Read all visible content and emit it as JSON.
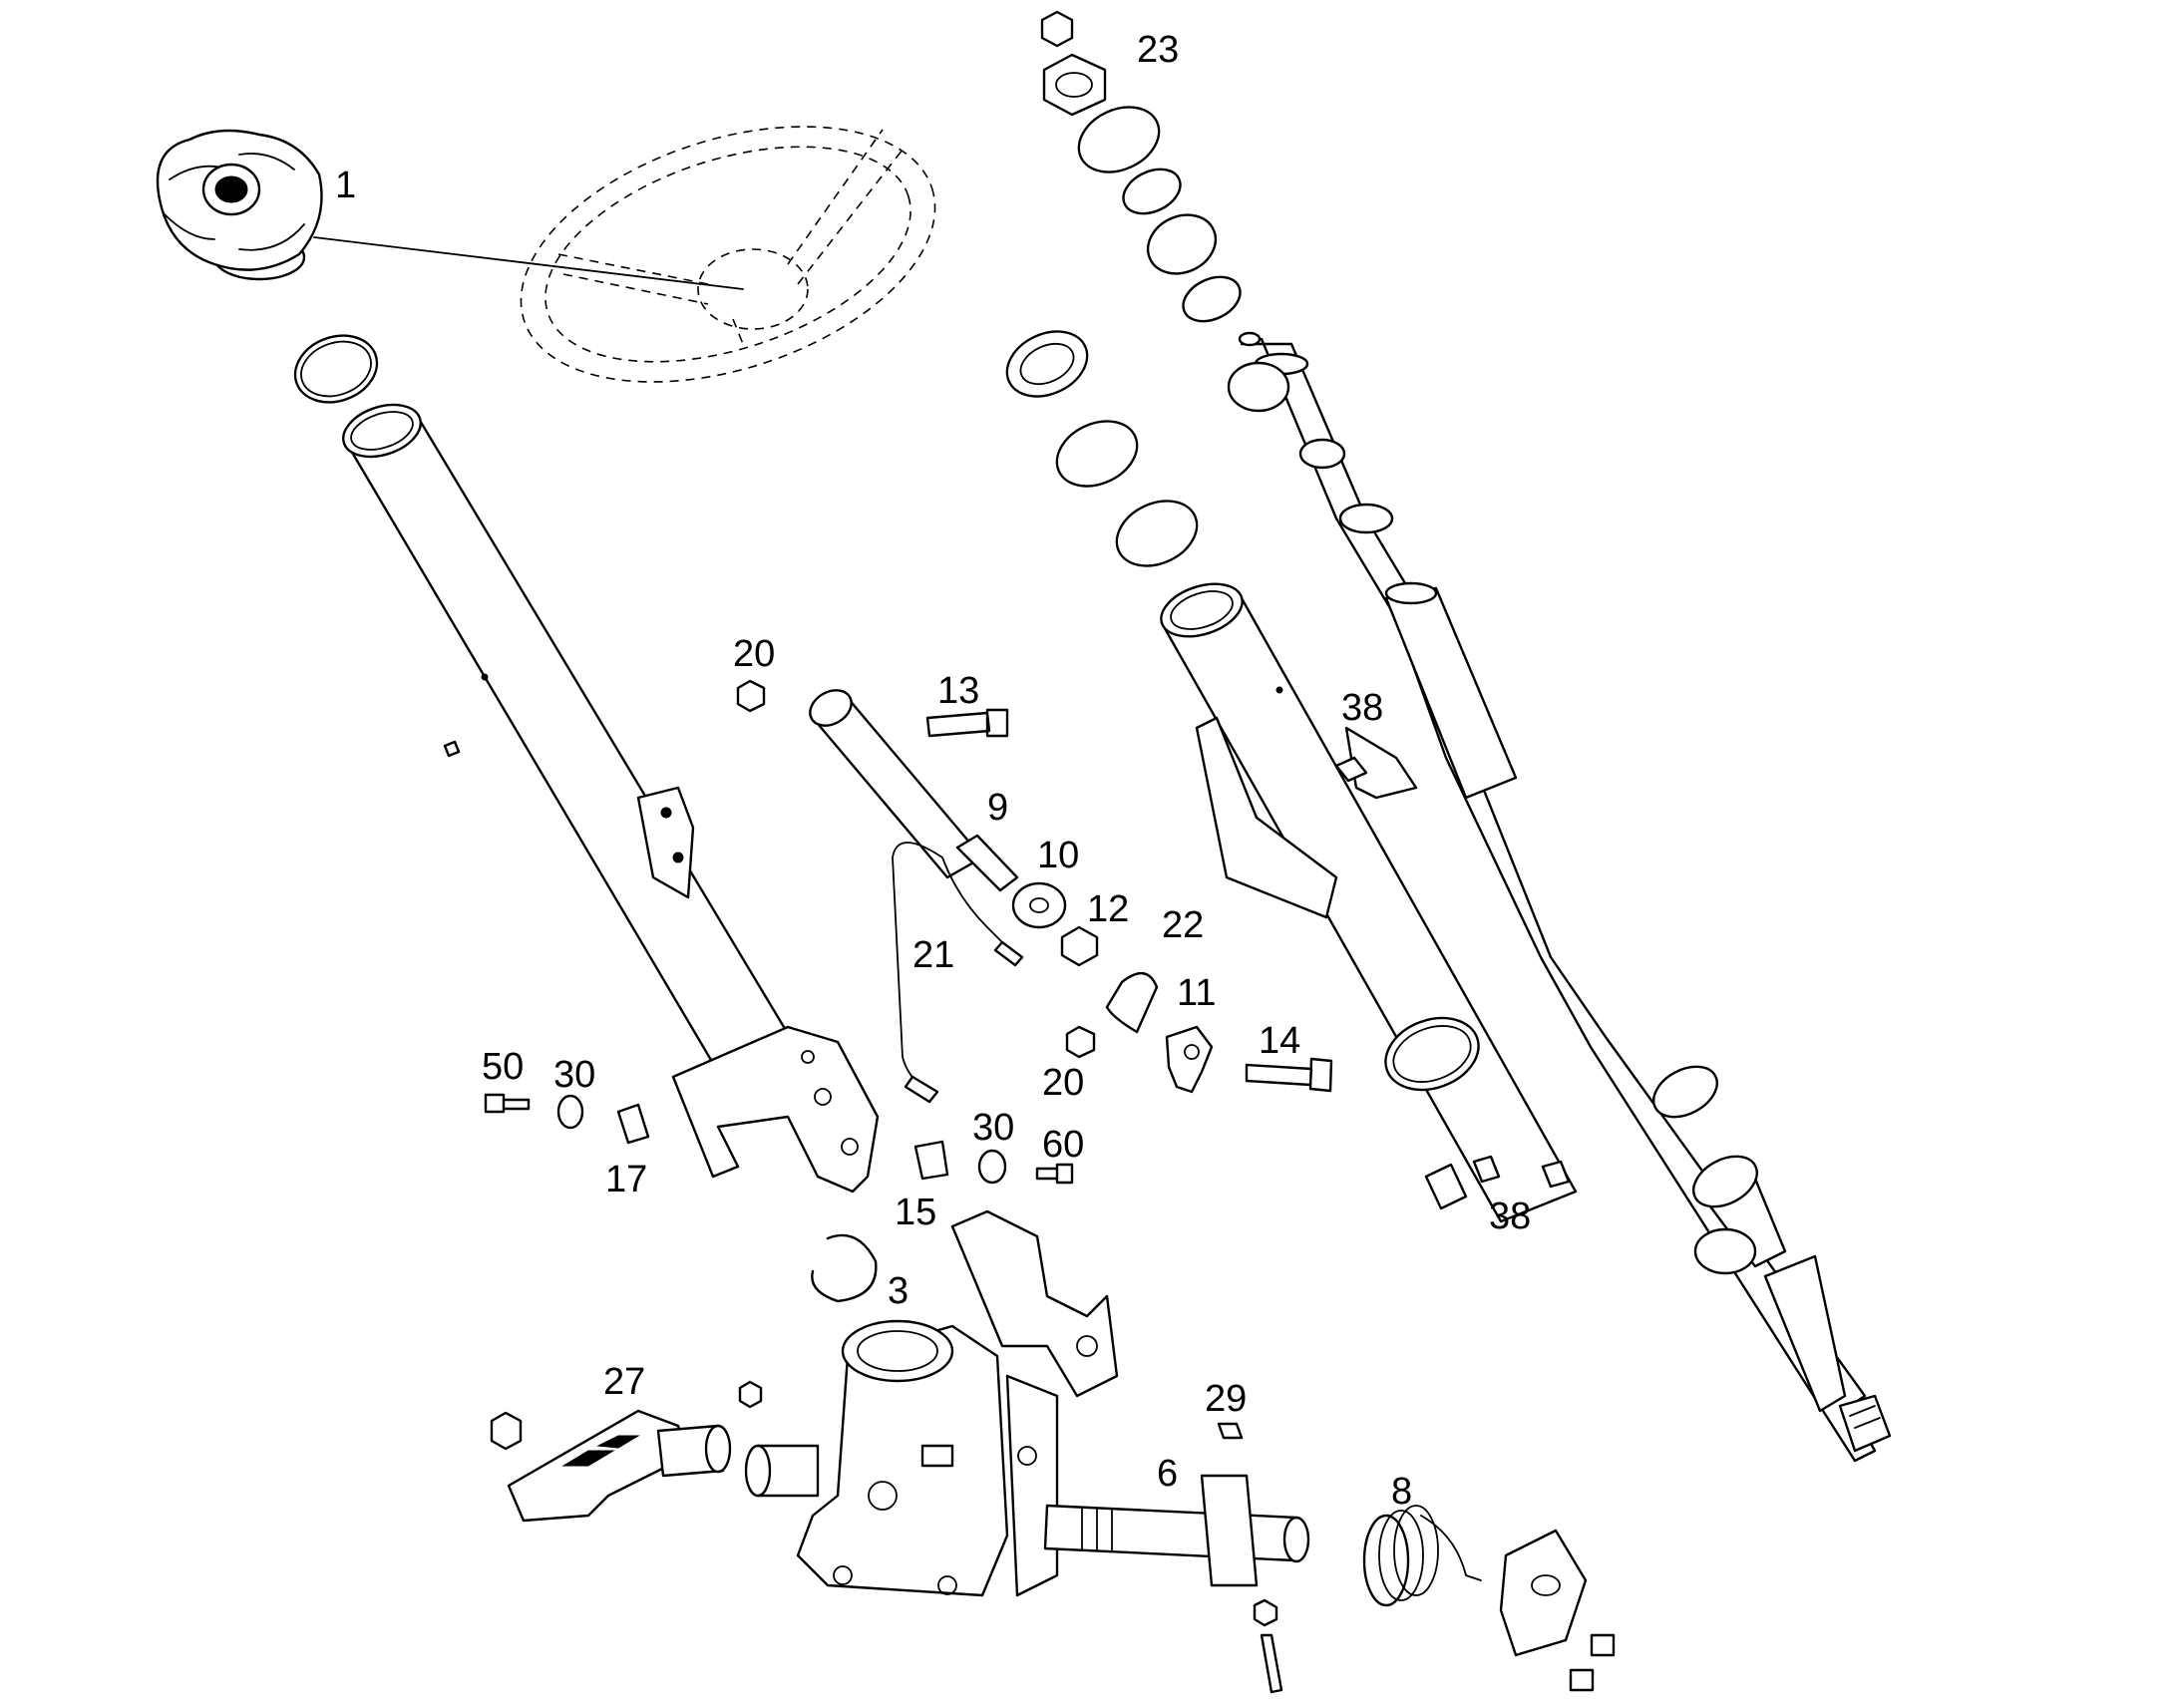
{
  "labels": {
    "l1": "1",
    "l23": "23",
    "l20a": "20",
    "l13": "13",
    "l9": "9",
    "l10": "10",
    "l38a": "38",
    "l12": "12",
    "l22": "22",
    "l21": "21",
    "l11": "11",
    "l14": "14",
    "l50": "50",
    "l30a": "30",
    "l20b": "20",
    "l30b": "30",
    "l60": "60",
    "l17": "17",
    "l15": "15",
    "l38b": "38",
    "l3": "3",
    "l27": "27",
    "l29": "29",
    "l6": "6",
    "l8": "8"
  },
  "colors": {
    "ink": "#000000",
    "paper": "#ffffff"
  }
}
